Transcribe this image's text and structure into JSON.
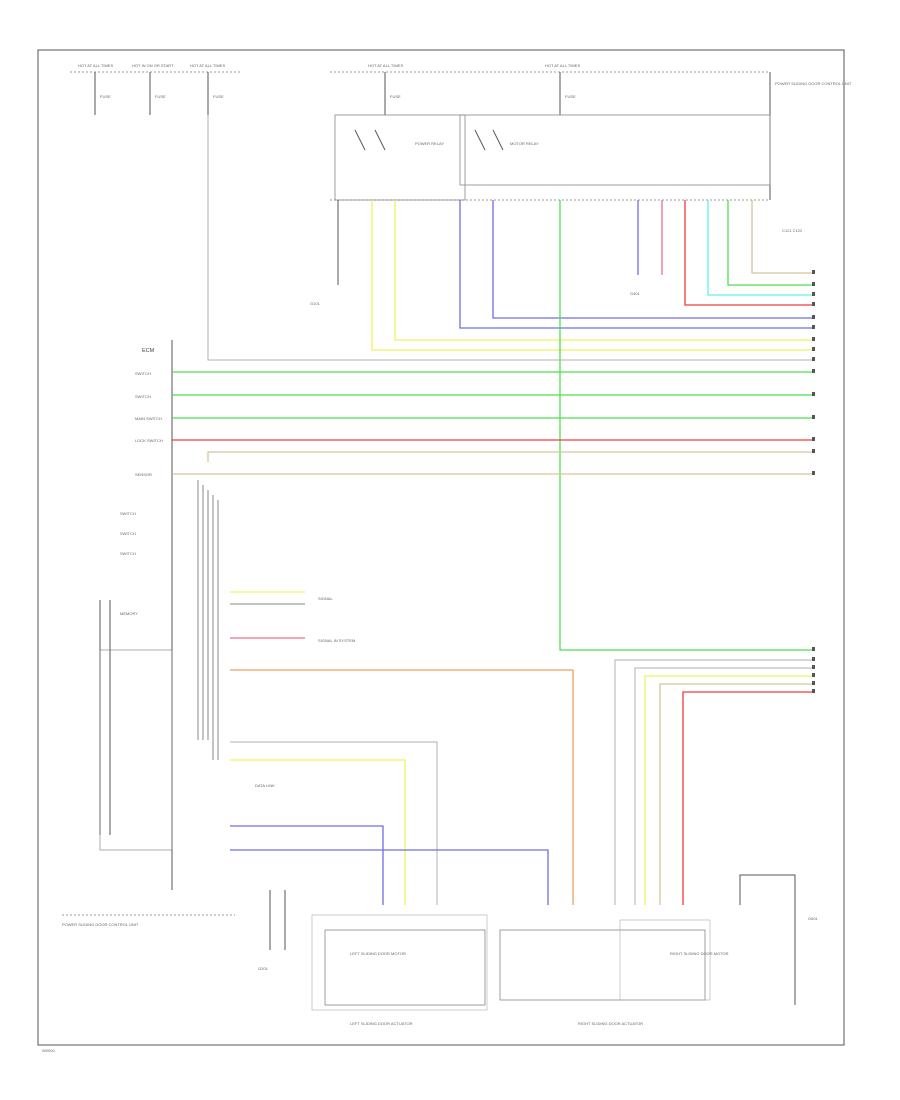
{
  "diagram": {
    "figure_id": "W0000"
  },
  "colors": {
    "yellow": "#f0f060",
    "green": "#4de04d",
    "blue": "#6e6ee8",
    "red": "#f03c3c",
    "tan": "#d8c49a",
    "cyan": "#5ff0f0",
    "orange": "#f0a060",
    "pink": "#e8708a",
    "gray": "#8a8a8a"
  },
  "labels": {
    "top_fuse_1": "HOT AT ALL TIMES",
    "top_fuse_2": "HOT IN ON OR START",
    "top_fuse_3": "HOT AT ALL TIMES",
    "top_fuse_4": "HOT AT ALL TIMES",
    "top_fuse_5": "HOT AT ALL TIMES",
    "fuse_a": "FUSE",
    "fuse_b": "FUSE",
    "fuse_c": "FUSE",
    "fuse_d": "FUSE",
    "fuse_e": "FUSE",
    "ecm": "ECM",
    "relay_left": "POWER RELAY",
    "relay_right": "MOTOR RELAY",
    "right_module": "POWER SLIDING DOOR CONTROL UNIT",
    "ground_1": "G101",
    "ground_2": "G401",
    "connector_right": "C121 C122",
    "left_switch_1": "SWITCH",
    "left_switch_2": "SWITCH",
    "left_switch_3": "MAIN SWITCH",
    "left_switch_4": "LOCK SWITCH",
    "left_switch_5": "SENSOR",
    "left_switch_6": "SWITCH",
    "left_switch_7": "SWITCH",
    "left_switch_8": "SWITCH",
    "left_switch_9": "MEMORY",
    "left_ground": "G201",
    "motor_left": "LEFT SLIDING DOOR MOTOR",
    "motor_right": "RIGHT SLIDING DOOR MOTOR",
    "motor_left_title": "LEFT SLIDING DOOR ACTUATOR",
    "motor_right_title": "RIGHT SLIDING DOOR ACTUATOR",
    "right_ground": "G501",
    "note_left": "POWER SLIDING DOOR CONTROL UNIT",
    "w_signal_1": "SIGNAL",
    "w_signal_2": "SIGNAL IN SYSTEM",
    "w_signal_3": "DATA LINK"
  }
}
